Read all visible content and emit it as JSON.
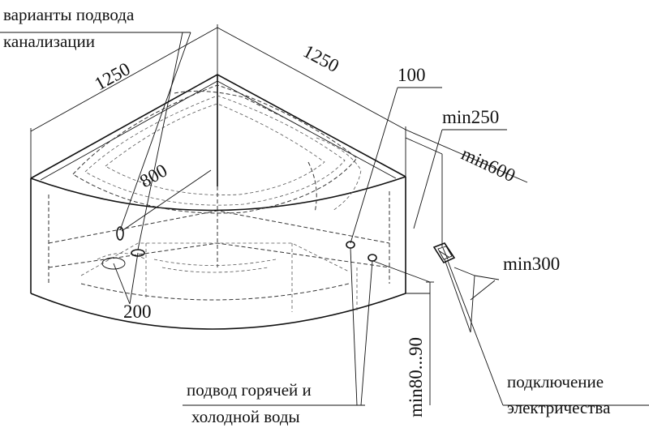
{
  "labels": {
    "sewer_line1": "варианты подвода",
    "sewer_line2": "канализации",
    "water_line1": "подвод горячей и",
    "water_line2": "холодной воды",
    "electric_line1": "подключение",
    "electric_line2": "электричества"
  },
  "dimensions": {
    "side_left": "1250",
    "side_right": "1250",
    "d100": "100",
    "d800": "800",
    "d200": "200",
    "min250": "min250",
    "min600": "min600",
    "min300": "min300",
    "min80_90": "min80...90"
  }
}
